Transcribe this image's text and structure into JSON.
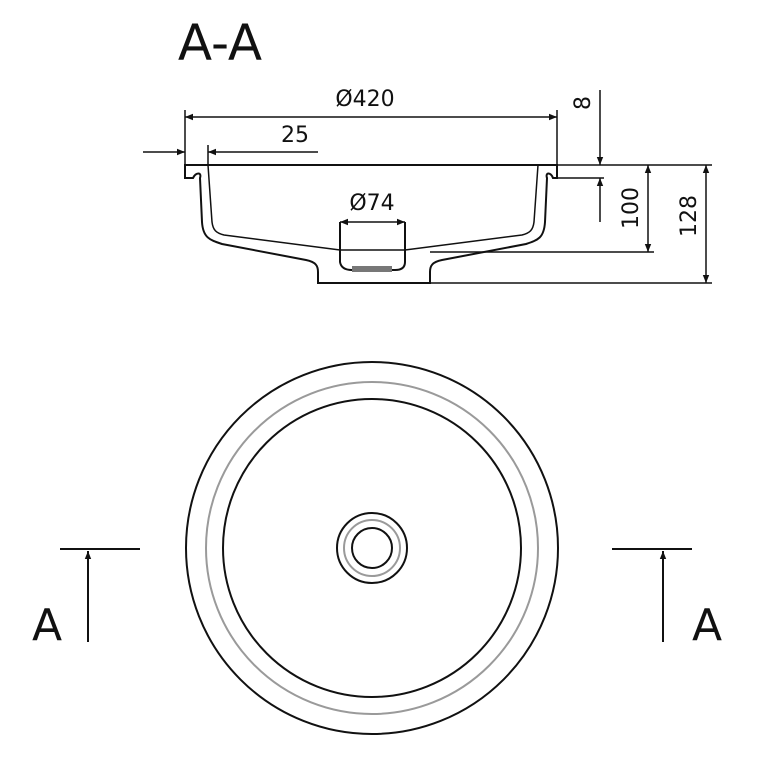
{
  "title": "A-A",
  "section_view": {
    "dimensions": {
      "overall_diameter": "Ø420",
      "rim_width": "25",
      "rim_thickness": "8",
      "bowl_depth": "100",
      "total_height": "128",
      "drain_diameter": "Ø74"
    }
  },
  "plan_view": {
    "section_marker_left": "A",
    "section_marker_right": "A"
  },
  "colors": {
    "line": "#111111",
    "ring": "#9a9a9a",
    "drain_fill": "#777777"
  }
}
